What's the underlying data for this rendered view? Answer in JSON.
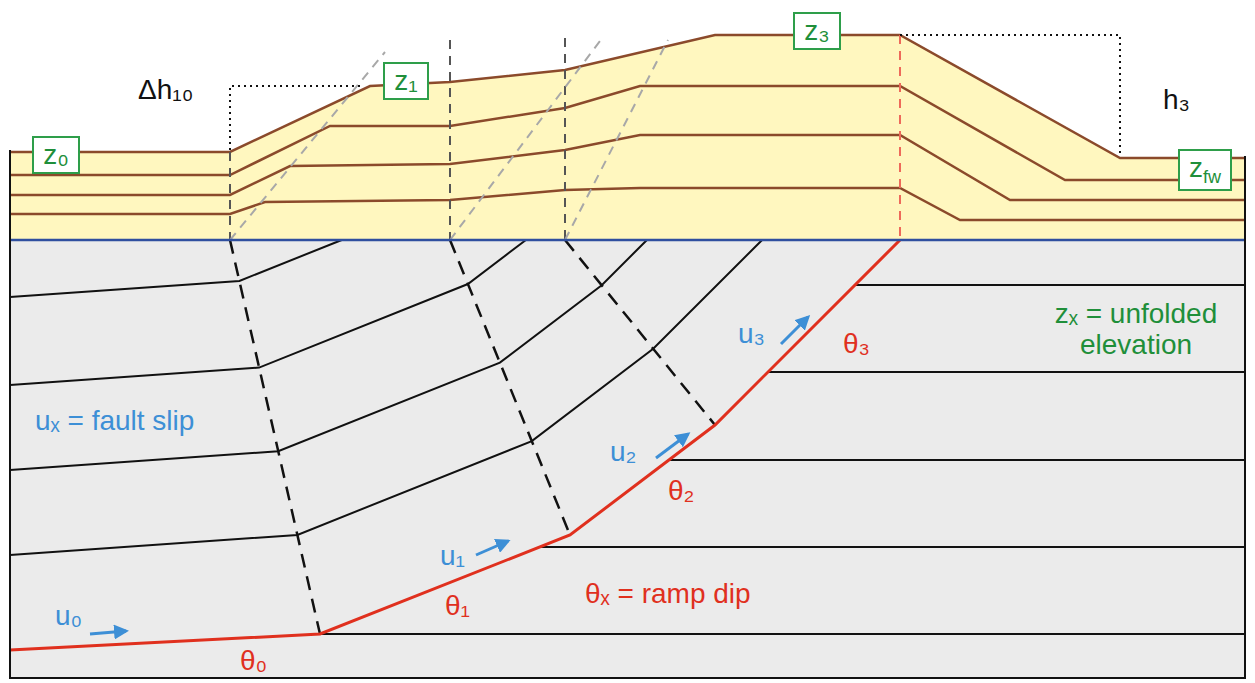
{
  "diagram": {
    "nodes": [
      {
        "text": [
          "z₀"
        ]
      },
      {
        "text": [
          "z₁"
        ]
      },
      {
        "text": [
          "z₃"
        ]
      },
      {
        "text": [
          "z",
          "fw"
        ]
      }
    ],
    "labels": [
      "Δh₁₀",
      "h₃",
      "zₓ = unfolded elevation",
      "uₓ = fault slip",
      "θₓ = ramp dip",
      "u₀",
      "u₁",
      "u₂",
      "u₃",
      "θ₀",
      "θ₁",
      "θ₂",
      "θ₃"
    ]
  }
}
